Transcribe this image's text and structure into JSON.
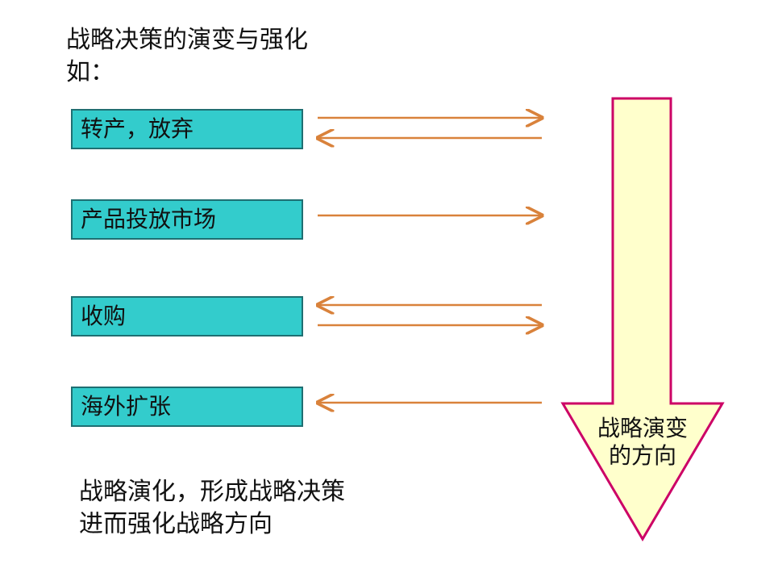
{
  "title": {
    "line1": "战略决策的演变与强化",
    "line2": "如："
  },
  "decisions": [
    {
      "label": "转产，放弃",
      "arrows": [
        "right",
        "left"
      ]
    },
    {
      "label": "产品投放市场",
      "arrows": [
        "right"
      ]
    },
    {
      "label": "收购",
      "arrows": [
        "left",
        "right"
      ]
    },
    {
      "label": "海外扩张",
      "arrows": [
        "left"
      ]
    }
  ],
  "big_arrow": {
    "label_line1": "战略演变",
    "label_line2": "的方向"
  },
  "conclusion": {
    "line1": "战略演化，形成战略决策",
    "line2": "进而强化战略方向"
  },
  "colors": {
    "box_fill": "#33cccc",
    "box_border": "#1f6f72",
    "link_arrow": "#d9823b",
    "big_arrow_fill": "#ffffcc",
    "big_arrow_stroke": "#cc0066"
  }
}
